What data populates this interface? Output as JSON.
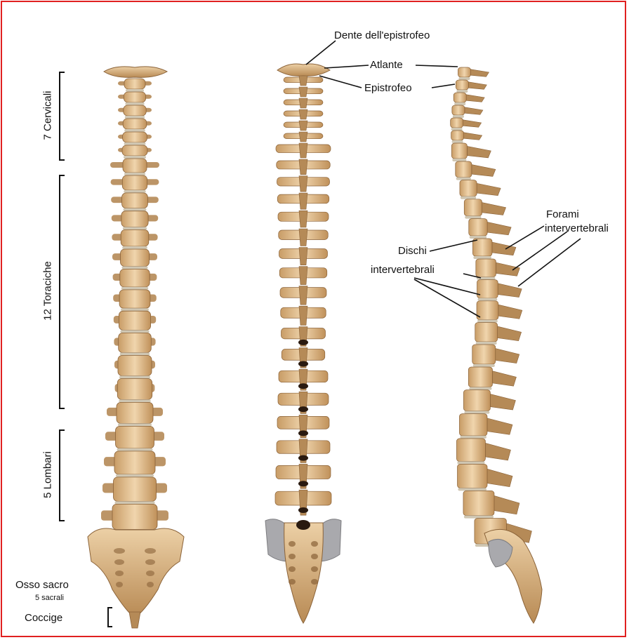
{
  "labels": {
    "cervical": "7 Cervicali",
    "thoracic": "12 Toraciche",
    "lumbar": "5 Lombari",
    "sacrum": "Osso sacro",
    "sacrum_sub": "5 sacrali",
    "coccyx": "Coccige",
    "dens": "Dente dell'epistrofeo",
    "atlas": "Atlante",
    "axis": "Epistrofeo",
    "discs_line1": "Dischi",
    "discs_line2": "intervertebrali",
    "foramina_line1": "Forami",
    "foramina_line2": "intervertebrali"
  },
  "colors": {
    "border": "#e02020",
    "bone": "#e6c69a",
    "bone_dark": "#b58a57",
    "bone_shadow": "#8a6238",
    "disc": "#cfc6b2",
    "cartilage": "#a9a9ad",
    "leader": "#111111"
  }
}
